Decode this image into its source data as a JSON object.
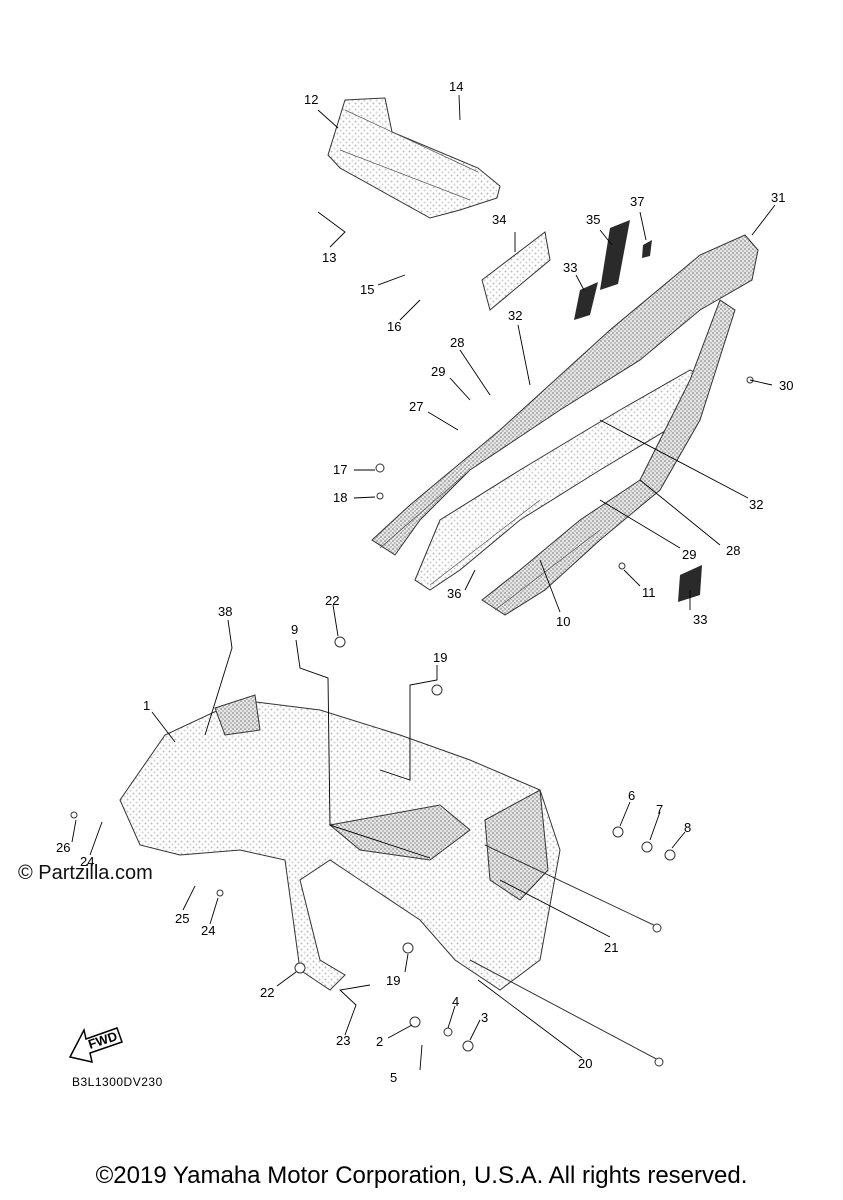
{
  "watermark": "© Partzilla.com",
  "diagram_code": "B3L1300DV230",
  "fwd_label": "FWD",
  "copyright": "©2019 Yamaha Motor Corporation, U.S.A. All rights reserved.",
  "callouts": [
    "1",
    "2",
    "3",
    "4",
    "5",
    "6",
    "7",
    "8",
    "9",
    "10",
    "11",
    "12",
    "13",
    "14",
    "15",
    "16",
    "17",
    "18",
    "19",
    "19",
    "20",
    "21",
    "22",
    "22",
    "23",
    "24",
    "24",
    "25",
    "26",
    "27",
    "28",
    "28",
    "29",
    "29",
    "30",
    "31",
    "32",
    "32",
    "33",
    "33",
    "34",
    "35",
    "36",
    "37",
    "38"
  ],
  "colors": {
    "ink": "#000000",
    "part_fill": "#e9e9e9",
    "decal": "#2a2a2a"
  }
}
